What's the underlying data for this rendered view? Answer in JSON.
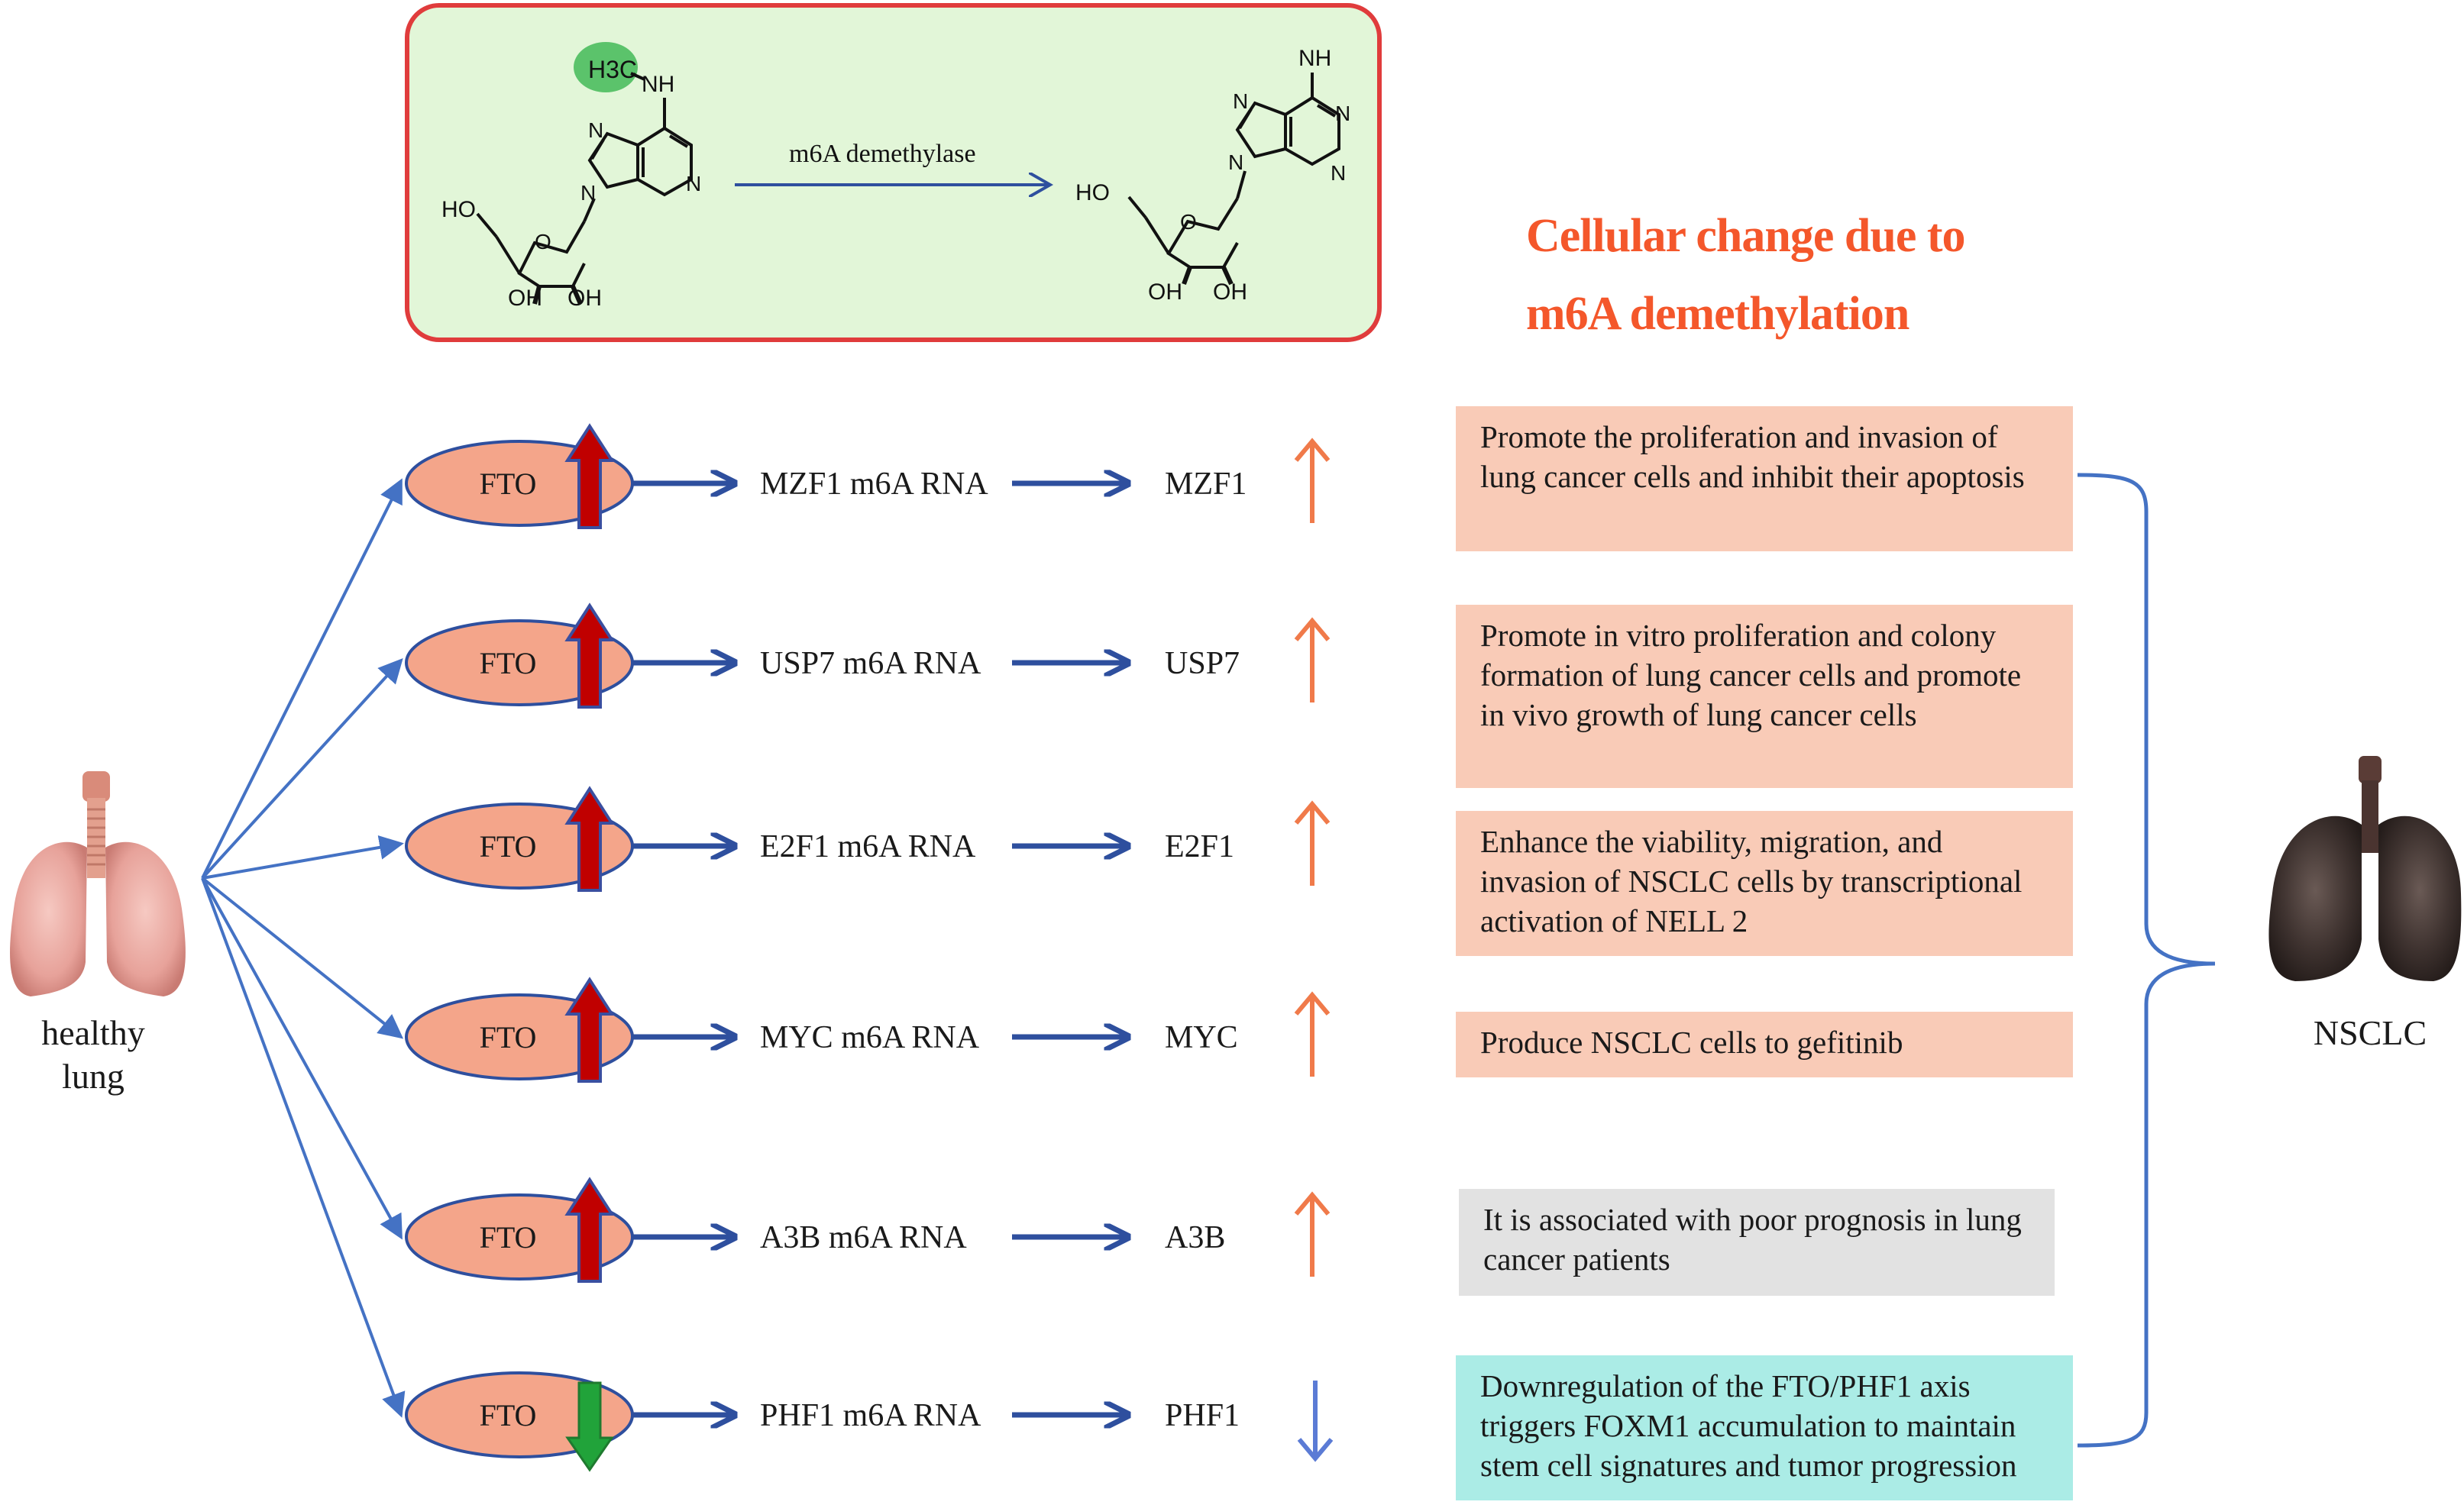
{
  "reaction": {
    "enzyme_label": "m6A demethylase",
    "substrate": {
      "methyl": "H3C",
      "amine": "NH",
      "hydroxyl_5": "HO",
      "hydroxyl_3": "OH",
      "hydroxyl_2": "OH",
      "ring_n": "N",
      "ring_o": "O"
    },
    "product": {
      "amine": "NH",
      "hydroxyl_5": "HO",
      "hydroxyl_3": "OH",
      "hydroxyl_2": "OH",
      "ring_n": "N",
      "ring_o": "O"
    }
  },
  "title": {
    "line1": "Cellular change due to",
    "line2": "m6A demethylation"
  },
  "source_label": {
    "line1": "healthy",
    "line2": "lung"
  },
  "target_label": "NSCLC",
  "pathways": [
    {
      "enzyme": "FTO",
      "enzyme_direction": "up",
      "rna": "MZF1 m6A RNA",
      "gene": "MZF1",
      "gene_direction": "up",
      "effect": "Promote the proliferation and invasion of lung cancer cells and inhibit their apoptosis",
      "effect_color": "#f9cbb7"
    },
    {
      "enzyme": "FTO",
      "enzyme_direction": "up",
      "rna": "USP7 m6A RNA",
      "gene": "USP7",
      "gene_direction": "up",
      "effect": "Promote in vitro proliferation and colony formation of lung cancer cells and promote in vivo growth of lung cancer cells",
      "effect_color": "#f9cbb7"
    },
    {
      "enzyme": "FTO",
      "enzyme_direction": "up",
      "rna": "E2F1 m6A RNA",
      "gene": "E2F1",
      "gene_direction": "up",
      "effect": "Enhance the viability, migration, and invasion of NSCLC cells by transcriptional activation of NELL 2",
      "effect_color": "#f9cbb7"
    },
    {
      "enzyme": "FTO",
      "enzyme_direction": "up",
      "rna": "MYC m6A RNA",
      "gene": "MYC",
      "gene_direction": "up",
      "effect": "Produce NSCLC cells to gefitinib",
      "effect_color": "#f9cbb7"
    },
    {
      "enzyme": "FTO",
      "enzyme_direction": "up",
      "rna": "A3B m6A RNA",
      "gene": "A3B",
      "gene_direction": "up",
      "effect": "It is associated with poor prognosis in lung cancer patients",
      "effect_color": "#e2e2e2"
    },
    {
      "enzyme": "FTO",
      "enzyme_direction": "down",
      "rna": "PHF1 m6A RNA",
      "gene": "PHF1",
      "gene_direction": "down",
      "effect": "Downregulation of the FTO/PHF1 axis triggers FOXM1 accumulation to maintain stem cell signatures and tumor progression",
      "effect_color": "#abece6"
    }
  ],
  "colors": {
    "arrow_blue": "#2e4f9e",
    "branch_blue": "#4472c4",
    "ellipse_fill": "#f4a58a",
    "up_arrow_red": "#c00000",
    "down_arrow_green": "#21a33a",
    "gene_up_orange": "#f07a4a",
    "gene_down_blue": "#5b7bd5",
    "reaction_box_fill": "#e2f6d8",
    "reaction_box_border": "#e03c3c",
    "methyl_green": "#5bc36b",
    "title_orange": "#f4572b"
  }
}
